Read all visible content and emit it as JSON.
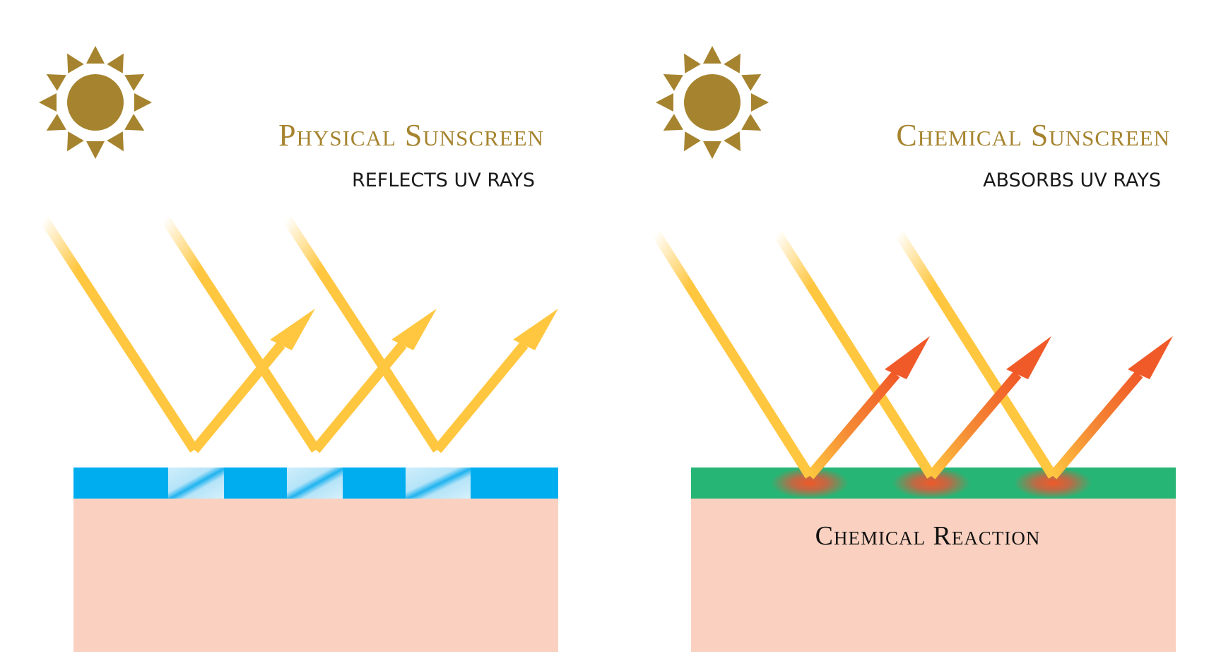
{
  "colors": {
    "sun": "#a6842f",
    "ray": "#ffc740",
    "reflected_chemical": "#f05a28",
    "physical_layer": "#00aeef",
    "chemical_layer": "#27b575",
    "skin": "#fad1c0",
    "title": "#a6842f"
  },
  "icons": {
    "sun": "sun-icon"
  },
  "panels": [
    {
      "title": "Physical Sunscreen",
      "subtitle": "REFLECTS UV RAYS",
      "mechanism": "reflect"
    },
    {
      "title": "Chemical Sunscreen",
      "subtitle": "ABSORBS UV RAYS",
      "mechanism": "absorb",
      "skin_label": "Chemical Reaction"
    }
  ]
}
